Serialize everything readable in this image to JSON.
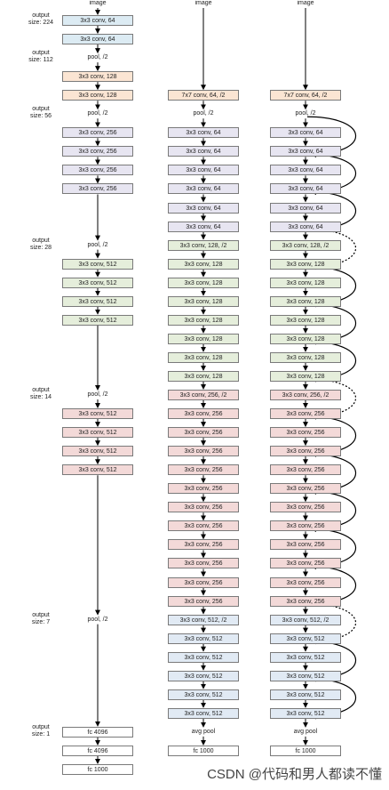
{
  "colors": {
    "blue": "#dcebf3",
    "orange": "#fbe5d3",
    "purple": "#e7e5f1",
    "green": "#e5eedb",
    "red": "#f3d9d8",
    "lightblue": "#e1eaf4",
    "white": "#ffffff",
    "line": "#000000"
  },
  "image_label": "image",
  "watermark": "CSDN @代码和男人都读不懂",
  "output_sizes": [
    {
      "label": "output\nsize: 224",
      "row": 0
    },
    {
      "label": "output\nsize: 112",
      "row": 2
    },
    {
      "label": "output\nsize: 56",
      "row": 5
    },
    {
      "label": "output\nsize: 28",
      "row": 12
    },
    {
      "label": "output\nsize: 14",
      "row": 20
    },
    {
      "label": "output\nsize: 7",
      "row": 32
    },
    {
      "label": "output\nsize: 1",
      "row": 38
    }
  ],
  "columns": [
    {
      "id": "vgg",
      "items": [
        {
          "text": "3x3 conv, 64",
          "color": "blue",
          "row": 0
        },
        {
          "text": "3x3 conv, 64",
          "color": "blue",
          "row": 1
        },
        {
          "text": "pool, /2",
          "plain": true,
          "row": 2
        },
        {
          "text": "3x3 conv, 128",
          "color": "orange",
          "row": 3
        },
        {
          "text": "3x3 conv, 128",
          "color": "orange",
          "row": 4
        },
        {
          "text": "pool, /2",
          "plain": true,
          "row": 5
        },
        {
          "text": "3x3 conv, 256",
          "color": "purple",
          "row": 6
        },
        {
          "text": "3x3 conv, 256",
          "color": "purple",
          "row": 7
        },
        {
          "text": "3x3 conv, 256",
          "color": "purple",
          "row": 8
        },
        {
          "text": "3x3 conv, 256",
          "color": "purple",
          "row": 9
        },
        {
          "text": "pool, /2",
          "plain": true,
          "row": 12
        },
        {
          "text": "3x3 conv, 512",
          "color": "green",
          "row": 13
        },
        {
          "text": "3x3 conv, 512",
          "color": "green",
          "row": 14
        },
        {
          "text": "3x3 conv, 512",
          "color": "green",
          "row": 15
        },
        {
          "text": "3x3 conv, 512",
          "color": "green",
          "row": 16
        },
        {
          "text": "pool, /2",
          "plain": true,
          "row": 20
        },
        {
          "text": "3x3 conv, 512",
          "color": "red",
          "row": 21
        },
        {
          "text": "3x3 conv, 512",
          "color": "red",
          "row": 22
        },
        {
          "text": "3x3 conv, 512",
          "color": "red",
          "row": 23
        },
        {
          "text": "3x3 conv, 512",
          "color": "red",
          "row": 24
        },
        {
          "text": "pool, /2",
          "plain": true,
          "row": 32
        },
        {
          "text": "fc 4096",
          "color": "white",
          "row": 38
        },
        {
          "text": "fc 4096",
          "color": "white",
          "row": 39
        },
        {
          "text": "fc 1000",
          "color": "white",
          "row": 40
        }
      ]
    },
    {
      "id": "plain34",
      "items": [
        {
          "text": "7x7 conv, 64, /2",
          "color": "orange",
          "row": 4
        },
        {
          "text": "pool, /2",
          "plain": true,
          "row": 5
        },
        {
          "text": "3x3 conv, 64",
          "color": "purple",
          "row": 6
        },
        {
          "text": "3x3 conv, 64",
          "color": "purple",
          "row": 7
        },
        {
          "text": "3x3 conv, 64",
          "color": "purple",
          "row": 8
        },
        {
          "text": "3x3 conv, 64",
          "color": "purple",
          "row": 9
        },
        {
          "text": "3x3 conv, 64",
          "color": "purple",
          "row": 10
        },
        {
          "text": "3x3 conv, 64",
          "color": "purple",
          "row": 11
        },
        {
          "text": "3x3 conv, 128, /2",
          "color": "green",
          "row": 12
        },
        {
          "text": "3x3 conv, 128",
          "color": "green",
          "row": 13
        },
        {
          "text": "3x3 conv, 128",
          "color": "green",
          "row": 14
        },
        {
          "text": "3x3 conv, 128",
          "color": "green",
          "row": 15
        },
        {
          "text": "3x3 conv, 128",
          "color": "green",
          "row": 16
        },
        {
          "text": "3x3 conv, 128",
          "color": "green",
          "row": 17
        },
        {
          "text": "3x3 conv, 128",
          "color": "green",
          "row": 18
        },
        {
          "text": "3x3 conv, 128",
          "color": "green",
          "row": 19
        },
        {
          "text": "3x3 conv, 256, /2",
          "color": "red",
          "row": 20
        },
        {
          "text": "3x3 conv, 256",
          "color": "red",
          "row": 21
        },
        {
          "text": "3x3 conv, 256",
          "color": "red",
          "row": 22
        },
        {
          "text": "3x3 conv, 256",
          "color": "red",
          "row": 23
        },
        {
          "text": "3x3 conv, 256",
          "color": "red",
          "row": 24
        },
        {
          "text": "3x3 conv, 256",
          "color": "red",
          "row": 25
        },
        {
          "text": "3x3 conv, 256",
          "color": "red",
          "row": 26
        },
        {
          "text": "3x3 conv, 256",
          "color": "red",
          "row": 27
        },
        {
          "text": "3x3 conv, 256",
          "color": "red",
          "row": 28
        },
        {
          "text": "3x3 conv, 256",
          "color": "red",
          "row": 29
        },
        {
          "text": "3x3 conv, 256",
          "color": "red",
          "row": 30
        },
        {
          "text": "3x3 conv, 256",
          "color": "red",
          "row": 31
        },
        {
          "text": "3x3 conv, 512, /2",
          "color": "lightblue",
          "row": 32
        },
        {
          "text": "3x3 conv, 512",
          "color": "lightblue",
          "row": 33
        },
        {
          "text": "3x3 conv, 512",
          "color": "lightblue",
          "row": 34
        },
        {
          "text": "3x3 conv, 512",
          "color": "lightblue",
          "row": 35
        },
        {
          "text": "3x3 conv, 512",
          "color": "lightblue",
          "row": 36
        },
        {
          "text": "3x3 conv, 512",
          "color": "lightblue",
          "row": 37
        },
        {
          "text": "avg pool",
          "plain": true,
          "row": 38
        },
        {
          "text": "fc 1000",
          "color": "white",
          "row": 39
        }
      ]
    },
    {
      "id": "resnet34",
      "items": [
        {
          "text": "7x7 conv, 64, /2",
          "color": "orange",
          "row": 4
        },
        {
          "text": "pool, /2",
          "plain": true,
          "row": 5
        },
        {
          "text": "3x3 conv, 64",
          "color": "purple",
          "row": 6
        },
        {
          "text": "3x3 conv, 64",
          "color": "purple",
          "row": 7
        },
        {
          "text": "3x3 conv, 64",
          "color": "purple",
          "row": 8
        },
        {
          "text": "3x3 conv, 64",
          "color": "purple",
          "row": 9
        },
        {
          "text": "3x3 conv, 64",
          "color": "purple",
          "row": 10
        },
        {
          "text": "3x3 conv, 64",
          "color": "purple",
          "row": 11
        },
        {
          "text": "3x3 conv, 128, /2",
          "color": "green",
          "row": 12
        },
        {
          "text": "3x3 conv, 128",
          "color": "green",
          "row": 13
        },
        {
          "text": "3x3 conv, 128",
          "color": "green",
          "row": 14
        },
        {
          "text": "3x3 conv, 128",
          "color": "green",
          "row": 15
        },
        {
          "text": "3x3 conv, 128",
          "color": "green",
          "row": 16
        },
        {
          "text": "3x3 conv, 128",
          "color": "green",
          "row": 17
        },
        {
          "text": "3x3 conv, 128",
          "color": "green",
          "row": 18
        },
        {
          "text": "3x3 conv, 128",
          "color": "green",
          "row": 19
        },
        {
          "text": "3x3 conv, 256, /2",
          "color": "red",
          "row": 20
        },
        {
          "text": "3x3 conv, 256",
          "color": "red",
          "row": 21
        },
        {
          "text": "3x3 conv, 256",
          "color": "red",
          "row": 22
        },
        {
          "text": "3x3 conv, 256",
          "color": "red",
          "row": 23
        },
        {
          "text": "3x3 conv, 256",
          "color": "red",
          "row": 24
        },
        {
          "text": "3x3 conv, 256",
          "color": "red",
          "row": 25
        },
        {
          "text": "3x3 conv, 256",
          "color": "red",
          "row": 26
        },
        {
          "text": "3x3 conv, 256",
          "color": "red",
          "row": 27
        },
        {
          "text": "3x3 conv, 256",
          "color": "red",
          "row": 28
        },
        {
          "text": "3x3 conv, 256",
          "color": "red",
          "row": 29
        },
        {
          "text": "3x3 conv, 256",
          "color": "red",
          "row": 30
        },
        {
          "text": "3x3 conv, 256",
          "color": "red",
          "row": 31
        },
        {
          "text": "3x3 conv, 512, /2",
          "color": "lightblue",
          "row": 32
        },
        {
          "text": "3x3 conv, 512",
          "color": "lightblue",
          "row": 33
        },
        {
          "text": "3x3 conv, 512",
          "color": "lightblue",
          "row": 34
        },
        {
          "text": "3x3 conv, 512",
          "color": "lightblue",
          "row": 35
        },
        {
          "text": "3x3 conv, 512",
          "color": "lightblue",
          "row": 36
        },
        {
          "text": "3x3 conv, 512",
          "color": "lightblue",
          "row": 37
        },
        {
          "text": "avg pool",
          "plain": true,
          "row": 38
        },
        {
          "text": "fc 1000",
          "color": "white",
          "row": 39
        }
      ],
      "skips": [
        {
          "from": 5,
          "to": 7,
          "dashed": false
        },
        {
          "from": 7,
          "to": 9,
          "dashed": false
        },
        {
          "from": 9,
          "to": 11,
          "dashed": false
        },
        {
          "from": 11,
          "to": 13,
          "dashed": true
        },
        {
          "from": 13,
          "to": 15,
          "dashed": false
        },
        {
          "from": 15,
          "to": 17,
          "dashed": false
        },
        {
          "from": 17,
          "to": 19,
          "dashed": false
        },
        {
          "from": 19,
          "to": 21,
          "dashed": true
        },
        {
          "from": 21,
          "to": 23,
          "dashed": false
        },
        {
          "from": 23,
          "to": 25,
          "dashed": false
        },
        {
          "from": 25,
          "to": 27,
          "dashed": false
        },
        {
          "from": 27,
          "to": 29,
          "dashed": false
        },
        {
          "from": 29,
          "to": 31,
          "dashed": false
        },
        {
          "from": 31,
          "to": 33,
          "dashed": true
        },
        {
          "from": 33,
          "to": 35,
          "dashed": false
        },
        {
          "from": 35,
          "to": 37,
          "dashed": false
        }
      ]
    }
  ]
}
